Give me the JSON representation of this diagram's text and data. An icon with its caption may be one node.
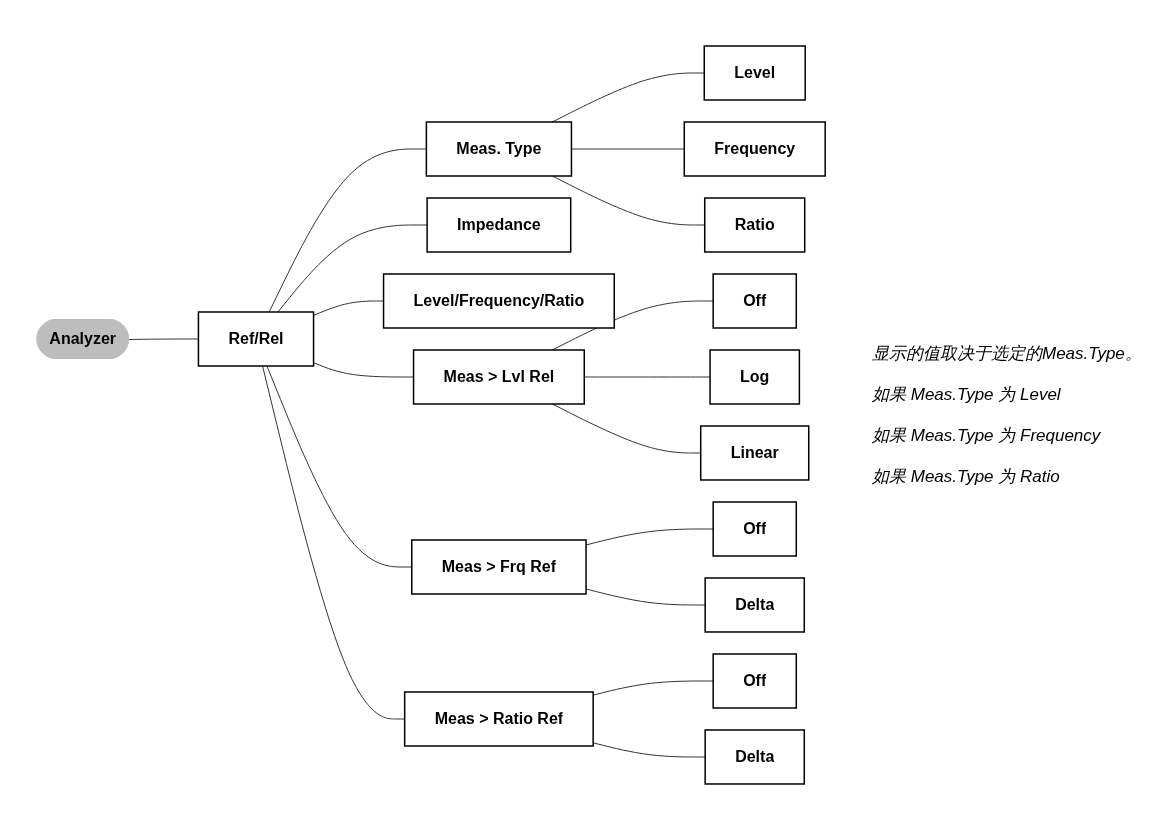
{
  "diagram": {
    "nodes": [
      {
        "text": [
          "Analyzer"
        ]
      },
      {
        "text": [
          "Ref/Rel"
        ]
      },
      {
        "text": [
          "Meas. Type"
        ]
      },
      {
        "text": [
          "Level"
        ]
      },
      {
        "text": [
          "Frequency"
        ]
      },
      {
        "text": [
          "Ratio"
        ]
      },
      {
        "text": [
          "Impedance"
        ]
      },
      {
        "text": [
          "Level/Frequency/Ratio"
        ]
      },
      {
        "text": [
          "Meas > Lvl Rel"
        ]
      },
      {
        "text": [
          "Off"
        ]
      },
      {
        "text": [
          "Log"
        ]
      },
      {
        "text": [
          "Linear"
        ]
      },
      {
        "text": [
          "Meas > Frq Ref"
        ]
      },
      {
        "text": [
          "Off"
        ]
      },
      {
        "text": [
          "Delta"
        ]
      },
      {
        "text": [
          "Meas > Ratio Ref"
        ]
      },
      {
        "text": [
          "Off"
        ]
      },
      {
        "text": [
          "Delta"
        ]
      }
    ],
    "edges": [
      {
        "from": 0,
        "to": 1,
        "arrow": "none"
      },
      {
        "from": 1,
        "to": 2,
        "arrow": "none"
      },
      {
        "from": 2,
        "to": 3,
        "arrow": "none"
      },
      {
        "from": 2,
        "to": 4,
        "arrow": "none"
      },
      {
        "from": 2,
        "to": 5,
        "arrow": "none"
      },
      {
        "from": 1,
        "to": 6,
        "arrow": "none"
      },
      {
        "from": 1,
        "to": 7,
        "arrow": "none"
      },
      {
        "from": 1,
        "to": 8,
        "arrow": "none"
      },
      {
        "from": 8,
        "to": 9,
        "arrow": "none"
      },
      {
        "from": 8,
        "to": 10,
        "arrow": "none"
      },
      {
        "from": 8,
        "to": 11,
        "arrow": "none"
      },
      {
        "from": 1,
        "to": 12,
        "arrow": "none"
      },
      {
        "from": 12,
        "to": 13,
        "arrow": "none"
      },
      {
        "from": 12,
        "to": 14,
        "arrow": "none"
      },
      {
        "from": 1,
        "to": 15,
        "arrow": "none"
      },
      {
        "from": 15,
        "to": 16,
        "arrow": "none"
      },
      {
        "from": 15,
        "to": 17,
        "arrow": "none"
      }
    ],
    "labels": [
      "显示的值取决于选定的Meas.Type。",
      "如果 Meas.Type 为 Level",
      "如果 Meas.Type 为 Frequency",
      "如果 Meas.Type 为 Ratio"
    ]
  }
}
